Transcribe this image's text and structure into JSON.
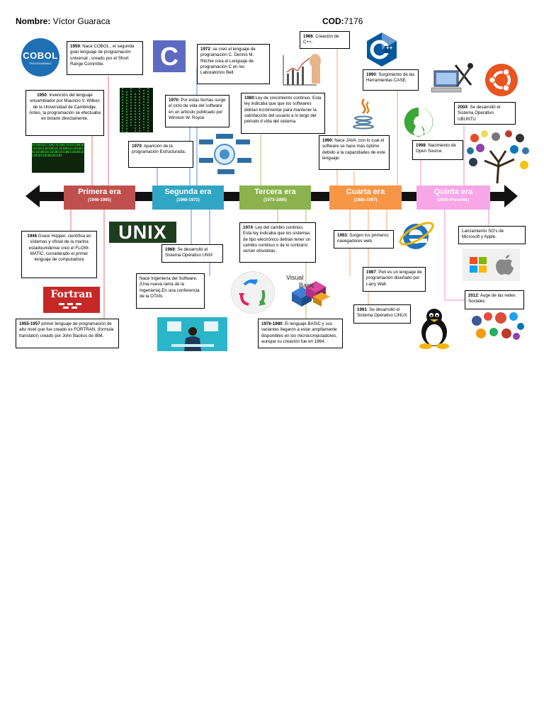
{
  "header": {
    "name_label": "Nombre:",
    "name_value": " Víctor Guaraca",
    "cod_label": "COD:",
    "cod_value": "7176"
  },
  "eras": [
    {
      "title": "Primera era",
      "dates": "(1946-1965)",
      "color": "#c0504d"
    },
    {
      "title": "Segunda era",
      "dates": "(1966-1972)",
      "color": "#31a6c4"
    },
    {
      "title": "Tercera era",
      "dates": "(1973-1985)",
      "color": "#8bb24d"
    },
    {
      "title": "Cuarta era",
      "dates": "(1985-1997)",
      "color": "#f79646"
    },
    {
      "title": "Quinta era",
      "dates": "(2000-Presente)",
      "color": "#f7a6e8"
    }
  ],
  "notes": {
    "n1959": {
      "year": "1959",
      "text": ": Nace  COBOL , el segunda gran lenguaje de programación universal , creado por el Short Range Committe."
    },
    "n1950": {
      "year": "1950",
      "text": ": Invención del lenguaje ensamblador por Mauricio V. Wilkes de la Universidad de Cambridge. Antes, la programación se efectuaba en binario directamente."
    },
    "n1972": {
      "year": "1972",
      "text": ": se creó el lenguaje de programación C. Dennis M. Ritchie crea el Lenguaje de programación C en los Laboratorios Bell."
    },
    "n1986": {
      "year": "1986",
      "text": ": Creación de C++."
    },
    "n1990case": {
      "year": "1990",
      "text": ": Surgimiento de las Herramientas CASE."
    },
    "n1970a": {
      "year": "1970",
      "text": ": Por estas fechas surge el ciclo de vida del software en un artículo publicado por Winston W. Royce"
    },
    "n1980": {
      "year": "1980",
      "text": ":Ley de crecimiento continuo. Esta ley indicaba que que los softwares debían incrementar para  mantener la satisfacción del usuario a lo largo del periodo d vida del sistema."
    },
    "n2004": {
      "year": "2004",
      "text": ": Se desarrolló el Sistema Operativo UBUNTU"
    },
    "n1970b": {
      "year": "1970",
      "text": ": Aparición de la programación Estructurada."
    },
    "n1990java": {
      "year": "1990",
      "text": ": Nace JAVA ,con lo cual el software se hace más óptimo debido a la capacidades de este lenguaje."
    },
    "n1998": {
      "year": "1998",
      "text": ": Nacimiento de Open Source"
    },
    "n1946": {
      "year": "1946",
      "text": " Grace Hopper, científica en sistemas y oficial de la marina estadounidense creo el FLOW-MATIC, considerado el primer lenguaje de computadora"
    },
    "n1968": {
      "year": "1968",
      "text": ": Se desarrolló el Sistema Operativo UNIX"
    },
    "n1974": {
      "year": "1974",
      "text": ": Ley del cambio continúo. Esta ley indicaba que los sistemas de tipo electrónico debían tener un cambio continuo o de lo contrario serían  obsoletas."
    },
    "n1993": {
      "year": "1993",
      "text": ": Surgen los primeros navegadores web."
    },
    "nMS": {
      "year": "",
      "text": "Lanzamiento SO’s de Microsoft y Apple."
    },
    "nOTAN": {
      "year": "",
      "text": "Nace Ingeniería del Software.(Una nueva rama de la Ingeniería).En una conferencia de la OTAN."
    },
    "n1987": {
      "year": "1987",
      "text": ": Perl es un lenguaje de programación diseñado por Larry Wall."
    },
    "n2012": {
      "year": "2012",
      "text": ": Auge de las redes Sociales."
    },
    "n1955": {
      "year": "1955-1957",
      "text": " primer lenguaje de programación de alto nivel que fue creado es FORTRAN, (formula translator) creado por John Backus de IBM."
    },
    "n1976": {
      "year": "1976-1980",
      "text": ": El lenguaje BASIC y sus variantes llegaron a estar ampliamente disponibles en los microcomputadores, aunque su creación fue en 1964."
    },
    "n1991": {
      "year": "1991",
      "text": ": Se desarrolló el Sistema Operativo LINUX"
    }
  },
  "logos": {
    "cobol_top": "COBOL",
    "cobol_sub": "PROGRAMMING",
    "c_letter": "C",
    "unix": "UNIX",
    "fortran": "Fortran",
    "cpp": "C",
    "cpp_plus": "++",
    "vb_line1": "Visual",
    "vb_line2": "Basic",
    "binary": "01100101110011010011010110010110101110100101101001011010010110100101101001011001101001011010110100101101",
    "ubuntu_color": "#e95420",
    "java_color": "#e76f00",
    "opensource_color": "#3da639",
    "ie_color": "#1e73be"
  }
}
